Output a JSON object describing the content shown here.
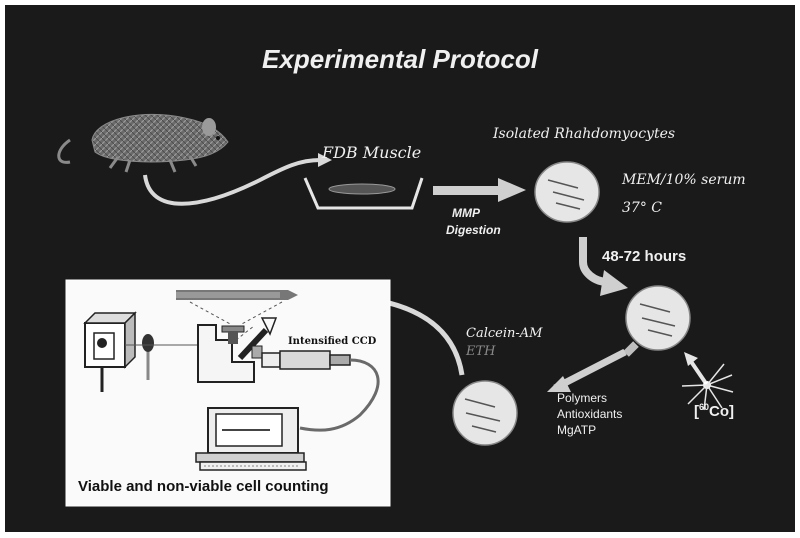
{
  "title": "Experimental Protocol",
  "labels": {
    "fdb_muscle": "FDB Muscle",
    "isolated": "Isolated Rhahdomyocytes",
    "medium": "MEM/10% serum",
    "temperature": "37° C",
    "mmp": "MMP",
    "digestion": "Digestion",
    "hours": "48-72 hours",
    "calcein": "Calcein-AM",
    "eth": "ETH",
    "treatments": [
      "Polymers",
      "Antioxidants",
      "MgATP"
    ],
    "cobalt_open": "[",
    "cobalt_mass": "60",
    "cobalt_symbol": "Co]",
    "ccd": "Intensified CCD",
    "counting": "Viable and non-viable cell counting"
  },
  "colors": {
    "background": "#1a1a1a",
    "frame": "#ffffff",
    "text": "#f0f0f0",
    "eth_text": "#8a8a8a",
    "panel": "#fafafa",
    "arrow": "#cfcfcf",
    "dish": "#e6e6e6"
  },
  "icons": [
    "mouse-icon",
    "petri-dish-icon",
    "microscope-icon",
    "computer-icon",
    "radiation-source-icon",
    "pipette-icon"
  ]
}
